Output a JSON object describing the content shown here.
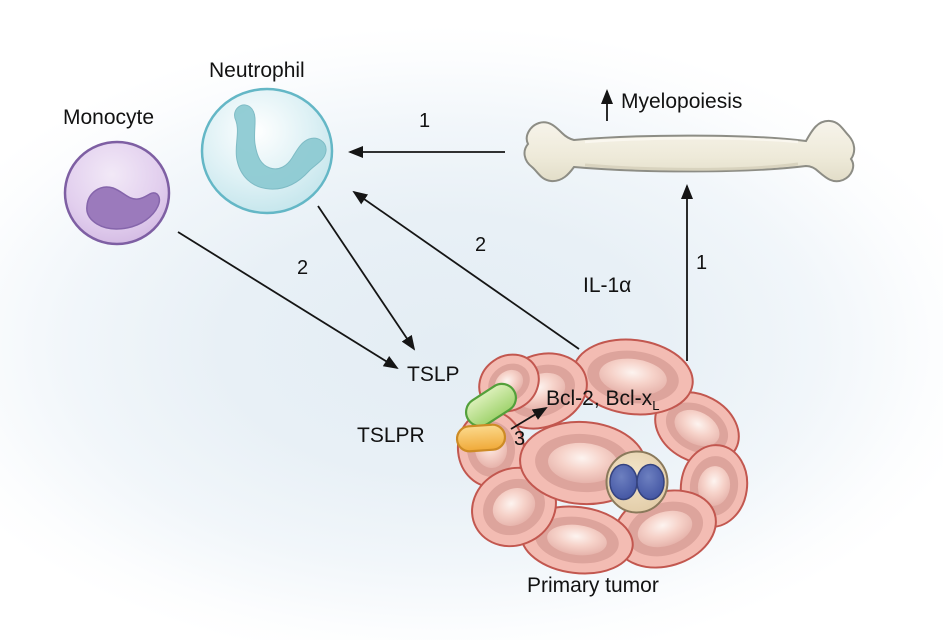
{
  "figure": {
    "labels": {
      "neutrophil": "Neutrophil",
      "monocyte": "Monocyte",
      "myelopoiesis": "Myelopoiesis",
      "il1a": "IL-1α",
      "tslp": "TSLP",
      "tslpr": "TSLPR",
      "bcl_main": "Bcl-2, Bcl-x",
      "bcl_sub": "L",
      "primary_tumor": "Primary tumor"
    },
    "steps": {
      "bone_to_neutrophil": "1",
      "tumor_to_bone": "1",
      "tumor_to_neutrophil": "2",
      "cells_to_tslp": "2",
      "tslpr_signal": "3"
    },
    "colors": {
      "background_wash": "#e4edf4",
      "monocyte_body": "#dcc6e9",
      "monocyte_border": "#7e5fa3",
      "monocyte_nucleus": "#9b7abc",
      "neutrophil_body": "#d4edf2",
      "neutrophil_border": "#64b7c6",
      "neutrophil_nucleus": "#8ecbd3",
      "bone_fill": "#efebdb",
      "bone_border": "#8d8d85",
      "tumor_cell_fill": "#f3bcb3",
      "tumor_cell_border": "#c2574f",
      "tumor_cell_ring": "#dda49c",
      "mitotic_cell_fill": "#ecd9b8",
      "mitotic_nucleus": "#4a5fa9",
      "tslp_pill": "#b5dc85",
      "tslp_pill_border": "#53a03b",
      "tslpr_pill": "#f7c465",
      "tslpr_pill_border": "#cd8b25",
      "arrow": "#151515",
      "text": "#121212"
    }
  }
}
